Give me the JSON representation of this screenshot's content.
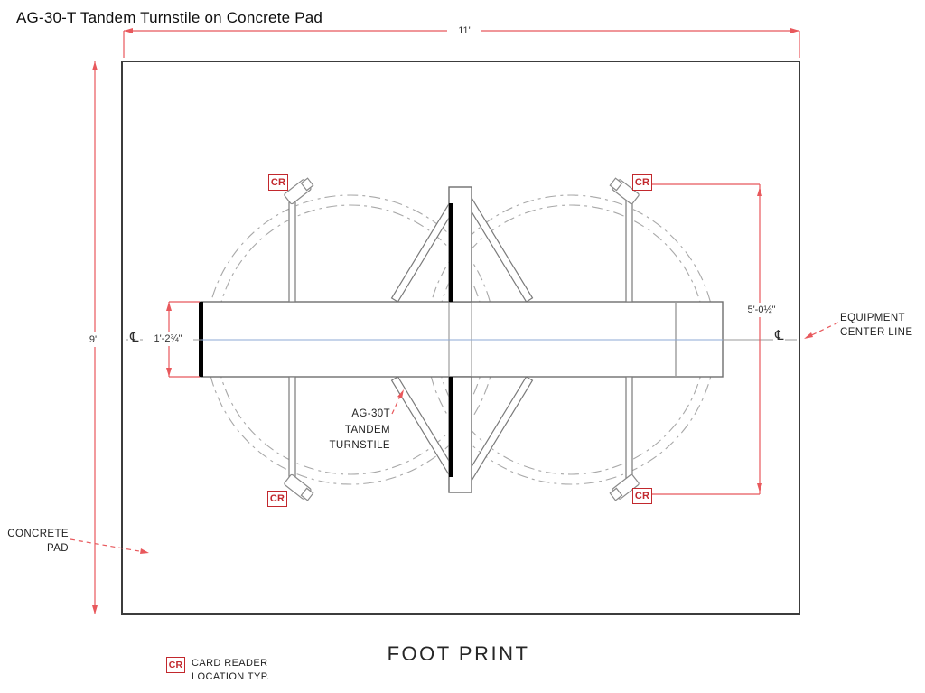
{
  "title": "AG-30-T Tandem Turnstile on Concrete Pad",
  "drawing": {
    "name": "FOOT PRINT"
  },
  "dimensions": {
    "pad_width": "11'",
    "pad_depth": "9'",
    "cabinet_depth": "1'-2¾\"",
    "card_reader_span": "5'-0½\"",
    "centerline_symbol": "℄"
  },
  "annotations": {
    "equipment_center_line": {
      "line1": "EQUIPMENT",
      "line2": "CENTER LINE"
    },
    "concrete_pad": {
      "line1": "CONCRETE",
      "line2": "PAD"
    },
    "turnstile": {
      "line1": "AG-30T",
      "line2": "TANDEM",
      "line3": "TURNSTILE"
    }
  },
  "card_reader": {
    "symbol": "CR"
  },
  "legend": {
    "symbol": "CR",
    "line1": "CARD READER",
    "line2": "LOCATION TYP."
  },
  "colors": {
    "dimension_red": "#e8585c",
    "marker_red": "#c2282d",
    "centerline_blue": "#8da9d4",
    "line_gray": "#6e6e6e",
    "pad_border": "#3c3c3c"
  }
}
